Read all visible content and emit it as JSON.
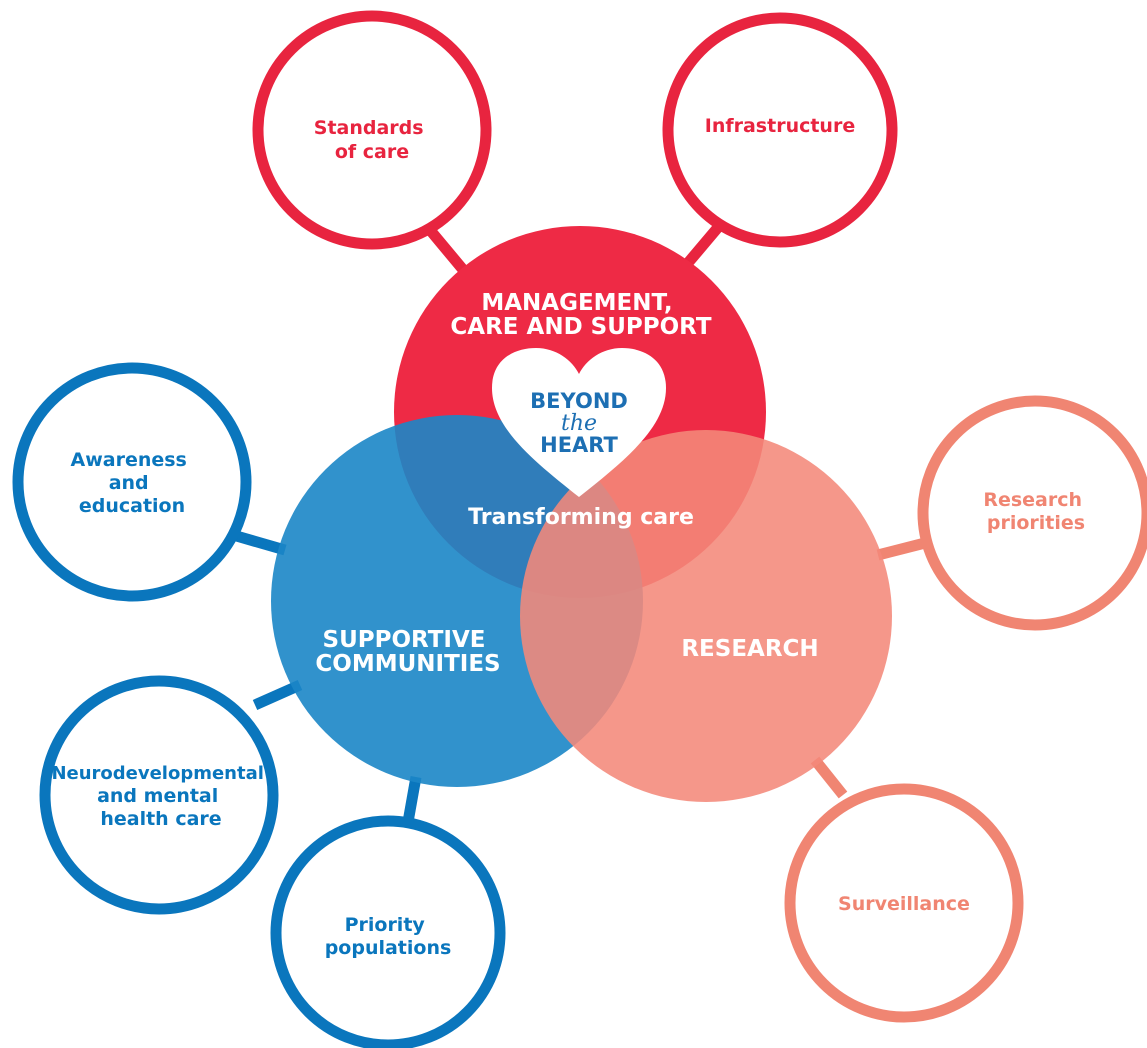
{
  "colors": {
    "management": "#ee2a45",
    "supportive": "#1b86c7",
    "research": "#f4897a",
    "outer_red": "#e8243f",
    "outer_blue": "#0a76bd",
    "outer_salmon": "#f08572",
    "heart_fill": "#ffffff",
    "heart_text": "#1d6fb3"
  },
  "hubs": {
    "management": {
      "line1": "MANAGEMENT,",
      "line2": "CARE AND SUPPORT"
    },
    "supportive": {
      "line1": "SUPPORTIVE",
      "line2": "COMMUNITIES"
    },
    "research": {
      "label": "RESEARCH"
    }
  },
  "center": {
    "heart_line1": "BEYOND",
    "heart_line2": "the",
    "heart_line3": "HEART",
    "caption": "Transforming care"
  },
  "outer_nodes": {
    "standards": {
      "line1": "Standards",
      "line2": "of care"
    },
    "infrastructure": {
      "line1": "Infrastructure"
    },
    "awareness": {
      "line1": "Awareness",
      "line2": "and",
      "line3": "education"
    },
    "neuro": {
      "line1": "Neurodevelopmental",
      "line2": "and mental",
      "line3": "health care"
    },
    "priority": {
      "line1": "Priority",
      "line2": "populations"
    },
    "research_priorities": {
      "line1": "Research",
      "line2": "priorities"
    },
    "surveillance": {
      "line1": "Surveillance"
    }
  }
}
